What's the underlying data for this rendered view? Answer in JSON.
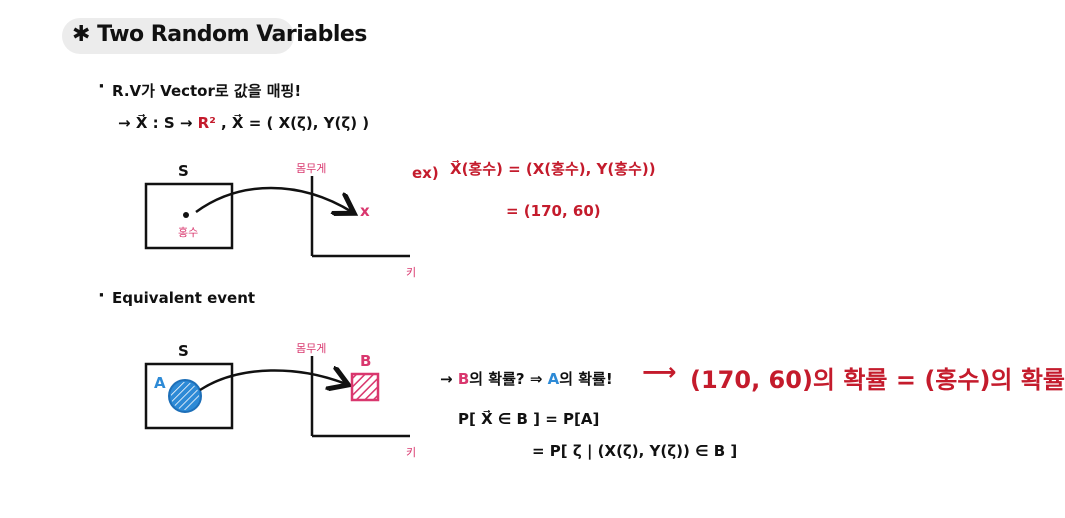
{
  "title": {
    "star": "✱",
    "text": "Two Random Variables"
  },
  "section1": {
    "bullet": "·",
    "line1": "R.V가 Vector로 값을 매핑!",
    "line2_arrow": "→",
    "line2_part1": "X⃗ : S → ",
    "line2_r2": "R²",
    "line2_part2": ",  X⃗ = ( X(ζ), Y(ζ) )",
    "set_label": "S",
    "point_label": "홍수",
    "y_axis_label": "몸무게",
    "x_axis_label": "키",
    "point_mark": "x",
    "example_prefix": "ex)",
    "example_line1": "X⃗(홍수) = (X(홍수), Y(홍수))",
    "example_line2": "= (170, 60)"
  },
  "section2": {
    "bullet": "·",
    "heading": "Equivalent event",
    "set_label": "S",
    "region_a_label": "A",
    "region_b_label": "B",
    "y_axis_label": "몸무게",
    "x_axis_label": "키",
    "q_arrow": "→",
    "q_b": "B",
    "q_part1": "의 확률?",
    "q_arrow2": "⇒",
    "q_a": "A",
    "q_part2": "의 확률!",
    "big_arrow": "⟶",
    "big_result": "(170, 60)의 확률 = (홍수)의 확률",
    "eq_line1": "P[ X⃗ ∈ B ] = P[A]",
    "eq_line2": "= P[ ζ | (X(ζ), Y(ζ)) ∈ B ]"
  },
  "colors": {
    "ink": "#111111",
    "red": "#c41b2c",
    "pink": "#d9376e",
    "blue": "#2d8ad6",
    "pill": "#ececec"
  }
}
